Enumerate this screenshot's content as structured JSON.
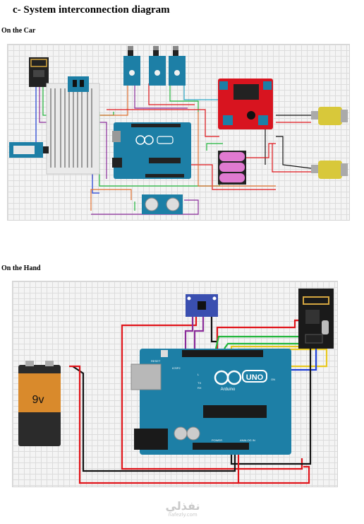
{
  "title": "c-  System interconnection diagram",
  "sections": {
    "car": {
      "label": "On the Car"
    },
    "hand": {
      "label": "On the Hand"
    }
  },
  "board": {
    "logo": "UNO",
    "brand": "Arduino",
    "reset": "RESET",
    "icsp": "ICSP2",
    "tx": "TX",
    "rx": "RX",
    "on": "ON",
    "l": "L",
    "power": "POWER",
    "analog": "ANALOG IN"
  },
  "battery": {
    "voltage": "9v"
  },
  "watermark": {
    "arabic": "نفذلي",
    "latin": "nafezly.com"
  },
  "colors": {
    "red": "#e0141a",
    "black": "#111111",
    "green": "#1fb53a",
    "yellow": "#e8c820",
    "blue": "#1f3fd8",
    "purple": "#8a2c9a",
    "arduino": "#1d7fa6",
    "driver": "#d8141f",
    "battery": "#e07ad0",
    "motor": "#d8c83a"
  }
}
